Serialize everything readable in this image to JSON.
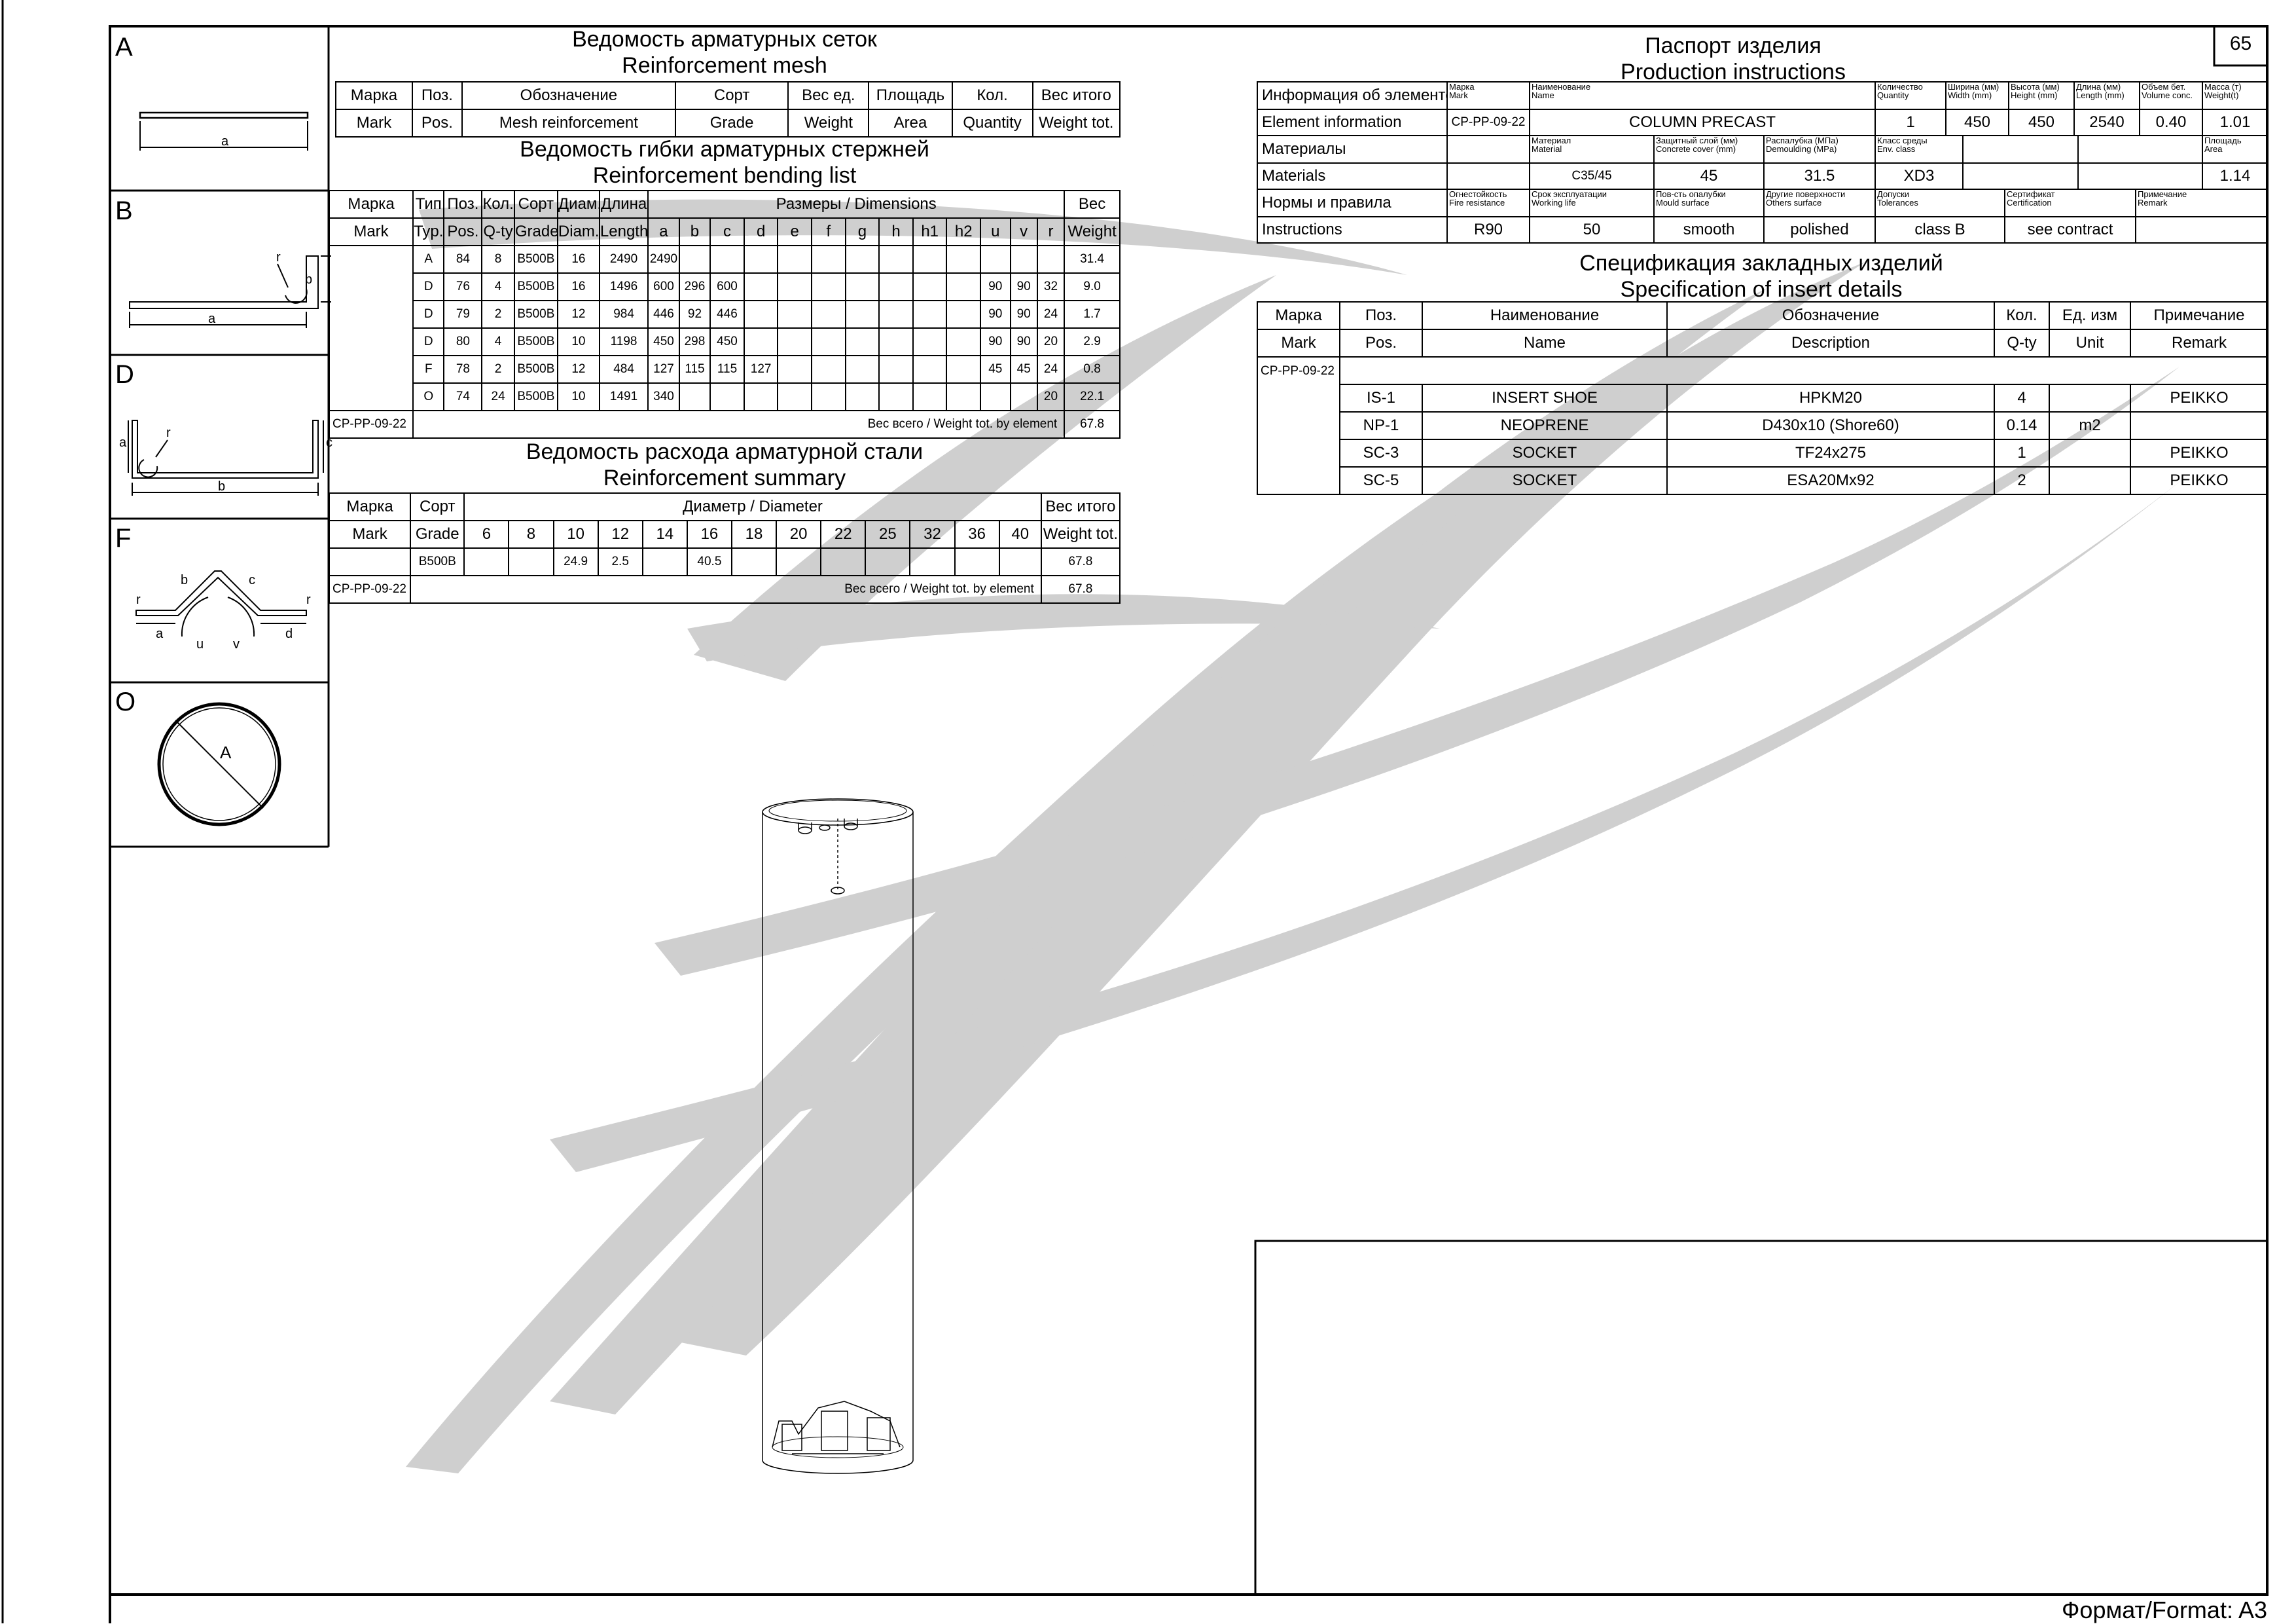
{
  "sheet": {
    "number": "65",
    "format_label": "Формат/Format: A3"
  },
  "shapes": [
    {
      "letter": "A",
      "dims": [
        "a"
      ]
    },
    {
      "letter": "B",
      "dims": [
        "a",
        "b",
        "r"
      ]
    },
    {
      "letter": "D",
      "dims": [
        "a",
        "b",
        "c",
        "r"
      ]
    },
    {
      "letter": "F",
      "dims": [
        "r",
        "a",
        "b",
        "c",
        "d",
        "r",
        "u",
        "v"
      ]
    },
    {
      "letter": "O",
      "dims": [
        "A"
      ]
    }
  ],
  "mesh": {
    "title_ru": "Ведомость арматурных сеток",
    "title_en": "Reinforcement mesh",
    "headers_ru": [
      "Марка",
      "Поз.",
      "Обозначение",
      "Сорт",
      "Вес ед.",
      "Площадь",
      "Кол.",
      "Вес итого"
    ],
    "headers_en": [
      "Mark",
      "Pos.",
      "Mesh reinforcement",
      "Grade",
      "Weight",
      "Area",
      "Quantity",
      "Weight tot."
    ]
  },
  "bending": {
    "title_ru": "Ведомость гибки арматурных стержней",
    "title_en": "Reinforcement bending list",
    "headers_ru": [
      "Марка",
      "Тип",
      "Поз.",
      "Кол.",
      "Сорт",
      "Диам.",
      "Длина",
      "Размеры / Dimensions",
      "Вес"
    ],
    "headers_en": [
      "Mark",
      "Typ.",
      "Pos.",
      "Q-ty",
      "Grade",
      "Diam.",
      "Length",
      "Weight"
    ],
    "dim_letters": [
      "a",
      "b",
      "c",
      "d",
      "e",
      "f",
      "g",
      "h",
      "h1",
      "h2",
      "u",
      "v",
      "r"
    ],
    "rows": [
      {
        "typ": "A",
        "pos": "84",
        "qty": "8",
        "grade": "B500B",
        "diam": "16",
        "length": "2490",
        "dims": [
          "2490",
          "",
          "",
          "",
          "",
          "",
          "",
          "",
          "",
          "",
          "",
          "",
          ""
        ],
        "weight": "31.4"
      },
      {
        "typ": "D",
        "pos": "76",
        "qty": "4",
        "grade": "B500B",
        "diam": "16",
        "length": "1496",
        "dims": [
          "600",
          "296",
          "600",
          "",
          "",
          "",
          "",
          "",
          "",
          "",
          "90",
          "90",
          "32"
        ],
        "weight": "9.0"
      },
      {
        "typ": "D",
        "pos": "79",
        "qty": "2",
        "grade": "B500B",
        "diam": "12",
        "length": "984",
        "dims": [
          "446",
          "92",
          "446",
          "",
          "",
          "",
          "",
          "",
          "",
          "",
          "90",
          "90",
          "24"
        ],
        "weight": "1.7"
      },
      {
        "typ": "D",
        "pos": "80",
        "qty": "4",
        "grade": "B500B",
        "diam": "10",
        "length": "1198",
        "dims": [
          "450",
          "298",
          "450",
          "",
          "",
          "",
          "",
          "",
          "",
          "",
          "90",
          "90",
          "20"
        ],
        "weight": "2.9"
      },
      {
        "typ": "F",
        "pos": "78",
        "qty": "2",
        "grade": "B500B",
        "diam": "12",
        "length": "484",
        "dims": [
          "127",
          "115",
          "115",
          "127",
          "",
          "",
          "",
          "",
          "",
          "",
          "45",
          "45",
          "24"
        ],
        "weight": "0.8"
      },
      {
        "typ": "O",
        "pos": "74",
        "qty": "24",
        "grade": "B500B",
        "diam": "10",
        "length": "1491",
        "dims": [
          "340",
          "",
          "",
          "",
          "",
          "",
          "",
          "",
          "",
          "",
          "",
          "",
          "20"
        ],
        "weight": "22.1"
      }
    ],
    "mark": "CP-PP-09-22",
    "total_label": "Вес всего / Weight tot. by element",
    "total": "67.8"
  },
  "summary": {
    "title_ru": "Ведомость расхода арматурной стали",
    "title_en": "Reinforcement summary",
    "headers_ru": [
      "Марка",
      "Сорт",
      "Диаметр / Diameter",
      "Вес итого"
    ],
    "headers_en": [
      "Mark",
      "Grade",
      "Weight tot."
    ],
    "diameters": [
      "6",
      "8",
      "10",
      "12",
      "14",
      "16",
      "18",
      "20",
      "22",
      "25",
      "32",
      "36",
      "40"
    ],
    "grade": "B500B",
    "values": [
      "",
      "",
      "24.9",
      "2.5",
      "",
      "40.5",
      "",
      "",
      "",
      "",
      "",
      "",
      ""
    ],
    "weight": "67.8",
    "mark": "CP-PP-09-22",
    "total_label": "Вес всего / Weight tot. by element",
    "total": "67.8"
  },
  "passport": {
    "title_ru": "Паспорт изделия",
    "title_en": "Production instructions",
    "row1_label_ru": "Информация об элементе",
    "row1_label_en": "Element information",
    "mark_hdr": [
      "Марка",
      "Mark"
    ],
    "name_hdr": [
      "Наименование",
      "Name"
    ],
    "qty_hdr": [
      "Количество",
      "Quantity"
    ],
    "width_hdr": [
      "Ширина (мм)",
      "Width (mm)"
    ],
    "height_hdr": [
      "Высота (мм)",
      "Height (mm)"
    ],
    "length_hdr": [
      "Длина (мм)",
      "Length (mm)"
    ],
    "volume_hdr": [
      "Объем бет.",
      "Volume conc."
    ],
    "mass_hdr": [
      "Масса (т)",
      "Weight(t)"
    ],
    "mark": "CP-PP-09-22",
    "name": "COLUMN PRECAST",
    "qty": "1",
    "width": "450",
    "height": "450",
    "length": "2540",
    "volume": "0.40",
    "mass": "1.01",
    "row2_label_ru": "Материалы",
    "row2_label_en": "Materials",
    "material_hdr": [
      "Материал",
      "Material"
    ],
    "cover_hdr": [
      "Защитный слой (мм)",
      "Concrete cover (mm)"
    ],
    "demould_hdr": [
      "Распалубка (МПа)",
      "Demoulding (MPa)"
    ],
    "env_hdr": [
      "Класс среды",
      "Env. class"
    ],
    "area_hdr": [
      "Площадь",
      "Area"
    ],
    "material": "C35/45",
    "cover": "45",
    "demould": "31.5",
    "env": "XD3",
    "area": "1.14",
    "row3_label_ru": "Нормы и правила",
    "row3_label_en": "Instructions",
    "fire_hdr": [
      "Огнестойкость",
      "Fire resistance"
    ],
    "life_hdr": [
      "Срок эксплуатации",
      "Working life"
    ],
    "mould_hdr": [
      "Пов-сть опалубки",
      "Mould surface"
    ],
    "other_hdr": [
      "Другие поверхности",
      "Others surface"
    ],
    "tol_hdr": [
      "Допуски",
      "Tolerances"
    ],
    "cert_hdr": [
      "Сертификат",
      "Certification"
    ],
    "remark_hdr": [
      "Примечание",
      "Remark"
    ],
    "fire": "R90",
    "life": "50",
    "mould": "smooth",
    "other": "polished",
    "tol": "class B",
    "cert": "see contract"
  },
  "inserts": {
    "title_ru": "Спецификация закладных изделий",
    "title_en": "Specification of insert details",
    "headers_ru": [
      "Марка",
      "Поз.",
      "Наименование",
      "Обозначение",
      "Кол.",
      "Ед. изм",
      "Примечание"
    ],
    "headers_en": [
      "Mark",
      "Pos.",
      "Name",
      "Description",
      "Q-ty",
      "Unit",
      "Remark"
    ],
    "mark": "CP-PP-09-22",
    "rows": [
      {
        "pos": "IS-1",
        "name": "INSERT SHOE",
        "desc": "HPKM20",
        "qty": "4",
        "unit": "",
        "remark": "PEIKKO"
      },
      {
        "pos": "NP-1",
        "name": "NEOPRENE",
        "desc": "D430x10 (Shore60)",
        "qty": "0.14",
        "unit": "m2",
        "remark": ""
      },
      {
        "pos": "SC-3",
        "name": "SOCKET",
        "desc": "TF24x275",
        "qty": "1",
        "unit": "",
        "remark": "PEIKKO"
      },
      {
        "pos": "SC-5",
        "name": "SOCKET",
        "desc": "ESA20Mx92",
        "qty": "2",
        "unit": "",
        "remark": "PEIKKO"
      }
    ]
  }
}
